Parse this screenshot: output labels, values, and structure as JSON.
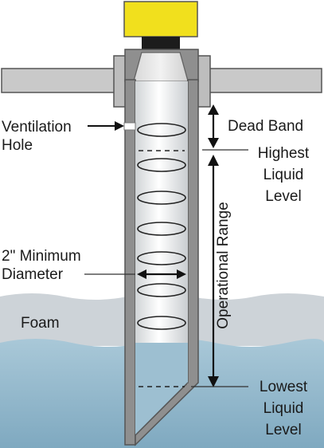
{
  "labels": {
    "ventilation_line1": "Ventilation",
    "ventilation_line2": "Hole",
    "dead_band": "Dead Band",
    "highest_line1": "Highest",
    "highest_line2": "Liquid",
    "highest_line3": "Level",
    "operational_range": "Operational Range",
    "min_diam_line1": "2\" Minimum",
    "min_diam_line2": "Diameter",
    "foam": "Foam",
    "lowest_line1": "Lowest",
    "lowest_line2": "Liquid",
    "lowest_line3": "Level"
  },
  "colors": {
    "sensor_head": "#f2e21a",
    "pipe_gray": "#8d8d8d",
    "bracket_gray": "#cfcfcf",
    "foam": "#cbd1d6",
    "liquid": "#8fb5c9",
    "liquid_light": "#b9d1de"
  }
}
